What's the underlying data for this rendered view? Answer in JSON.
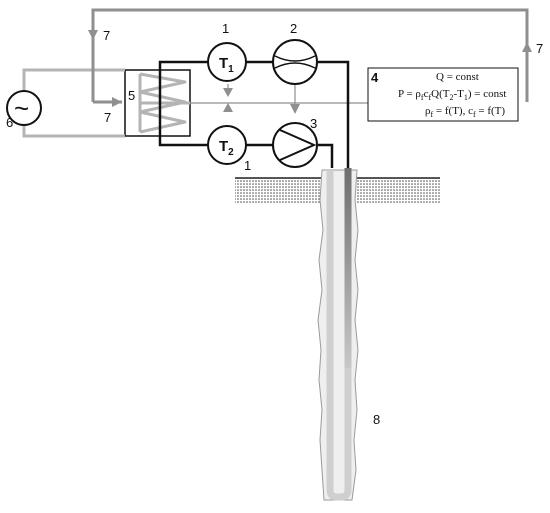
{
  "labels": {
    "sensor_top": "1",
    "sensor_bottom": "1",
    "flowmeter": "2",
    "pump": "3",
    "controller": "4",
    "heater": "5",
    "power_source": "6",
    "signal_left_top": "7",
    "signal_left_mid": "7",
    "signal_right": "7",
    "borehole": "8"
  },
  "symbols": {
    "t1_main": "T",
    "t1_sub": "1",
    "t2_main": "T",
    "t2_sub": "2",
    "ac_source": "~"
  },
  "equations": {
    "line1": "Q = const",
    "line2": {
      "a": "P = ρ",
      "s1": "f",
      "b": "c",
      "s2": "f",
      "c": "Q(T",
      "s3": "2",
      "d": "-T",
      "s4": "1",
      "e": ") = const"
    },
    "line3": {
      "a": "ρ",
      "s1": "f",
      "b": " = f(T),   c",
      "s2": "f",
      "c": " = f(T)"
    }
  },
  "colors": {
    "pipe": "#111111",
    "signal": "#8f8f8f",
    "power": "#b4b4b4",
    "ground": "#4a4a4a",
    "borehole_fill": "#d8d8d8",
    "borehole_edge": "#9a9a9a"
  }
}
